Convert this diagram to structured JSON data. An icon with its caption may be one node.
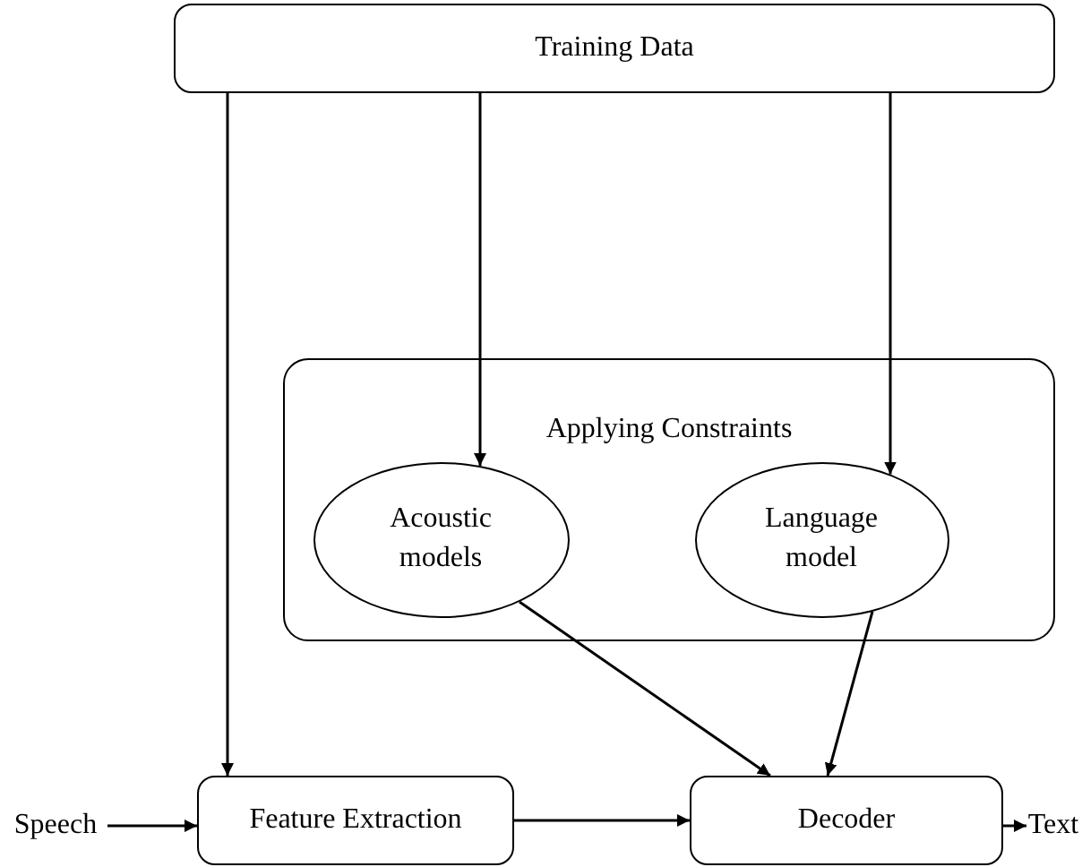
{
  "diagram": {
    "nodes": [
      {
        "text": [
          "Training Data"
        ]
      },
      {
        "text": [
          "Applying Constraints"
        ]
      },
      {
        "text": [
          "Acoustic models"
        ],
        "in": 1
      },
      {
        "text": [
          "Language model"
        ],
        "in": 1
      },
      {
        "text": [
          "Feature Extraction"
        ]
      },
      {
        "text": [
          "Decoder"
        ]
      },
      {
        "text": [
          "Speech"
        ]
      },
      {
        "text": [
          "Text"
        ]
      }
    ],
    "edges": [
      {
        "from": 0,
        "to": 4,
        "arrow": "to"
      },
      {
        "from": 0,
        "to": 2,
        "arrow": "to"
      },
      {
        "from": 0,
        "to": 3,
        "arrow": "to"
      },
      {
        "from": 2,
        "to": 5,
        "arrow": "to"
      },
      {
        "from": 3,
        "to": 5,
        "arrow": "to"
      },
      {
        "from": 4,
        "to": 5,
        "arrow": "to"
      },
      {
        "from": 6,
        "to": 4,
        "arrow": "to"
      },
      {
        "from": 5,
        "to": 7,
        "arrow": "to"
      }
    ]
  }
}
